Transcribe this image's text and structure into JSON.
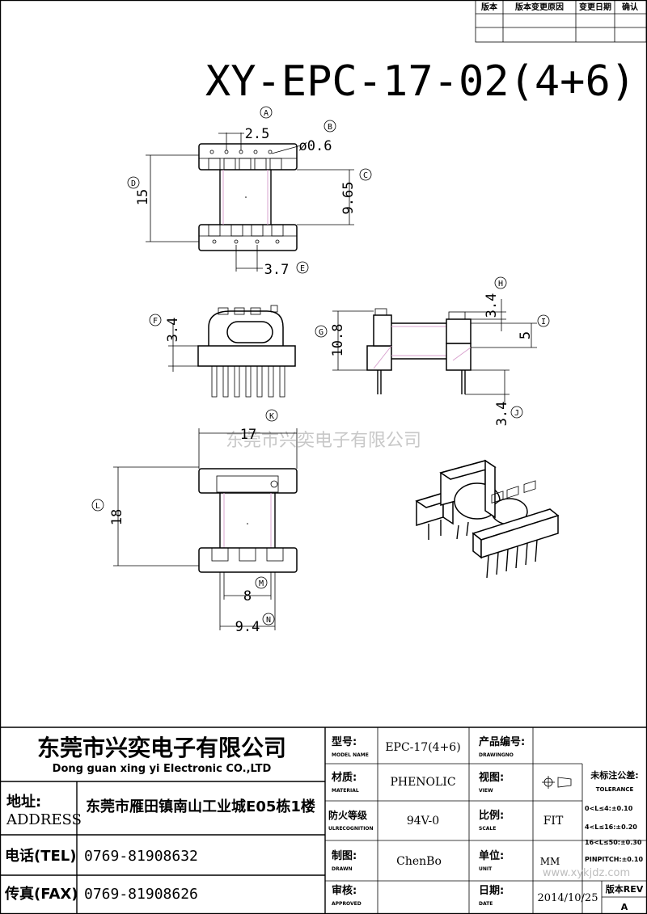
{
  "title": "XY-EPC-17-02(4+6)",
  "revision_table": {
    "headers": [
      "版本",
      "版本变更原因",
      "变更日期",
      "确认"
    ]
  },
  "watermark": "东莞市兴奕电子有限公司",
  "site_watermark": "www.xykjdz.com",
  "callouts": [
    "A",
    "B",
    "C",
    "D",
    "E",
    "F",
    "G",
    "H",
    "I",
    "J",
    "K",
    "L",
    "M",
    "N"
  ],
  "dimensions": {
    "A": "2.5",
    "B": "ø0.6",
    "C": "9.65",
    "D": "15",
    "E": "3.7",
    "F": "3.4",
    "G": "10.8",
    "H": "3.4",
    "I": "5",
    "J": "3.4",
    "K": "17",
    "L": "18",
    "M": "8",
    "N": "9.4"
  },
  "company": {
    "name_cn": "东莞市兴奕电子有限公司",
    "name_en": "Dong guan xing yi Electronic CO.,LTD",
    "address_label": "地址:",
    "address_label_en": "ADDRESS",
    "address": "东莞市雁田镇南山工业城E05栋1楼",
    "tel_label": "电话(TEL)",
    "tel": "0769-81908632",
    "fax_label": "传真(FAX)",
    "fax": "0769-81908626"
  },
  "spec": {
    "model_label": "型号:",
    "model_label_en": "MODEL NAME",
    "model": "EPC-17(4+6)",
    "product_no_label": "产品编号:",
    "product_no_label_en": "DRAWINGNO",
    "product_no": "",
    "material_label": "材质:",
    "material_label_en": "MATERIAL",
    "material": "PHENOLIC",
    "view_label": "视图:",
    "view_label_en": "VIEW",
    "fire_label": "防火等级",
    "fire_label_en": "ULRECOGNITION",
    "fire": "94V-0",
    "scale_label": "比例:",
    "scale_label_en": "SCALE",
    "scale": "FIT",
    "drawn_label": "制图:",
    "drawn_label_en": "DRAWN",
    "drawn": "ChenBo",
    "unit_label": "单位:",
    "unit_label_en": "UNIT",
    "unit": "MM",
    "approved_label": "审核:",
    "approved_label_en": "APPROVED",
    "approved": "",
    "date_label": "日期:",
    "date_label_en": "DATE",
    "date": "2014/10/25",
    "rev_label": "版本REV",
    "rev": "A"
  },
  "tolerance": {
    "title": "未标注公差:",
    "title_en": "TOLERANCE",
    "lines": [
      "0<L≤4:±0.10",
      "4<L≤16:±0.20",
      "16<L≤50:±0.30",
      "PINPITCH:±0.10"
    ]
  }
}
